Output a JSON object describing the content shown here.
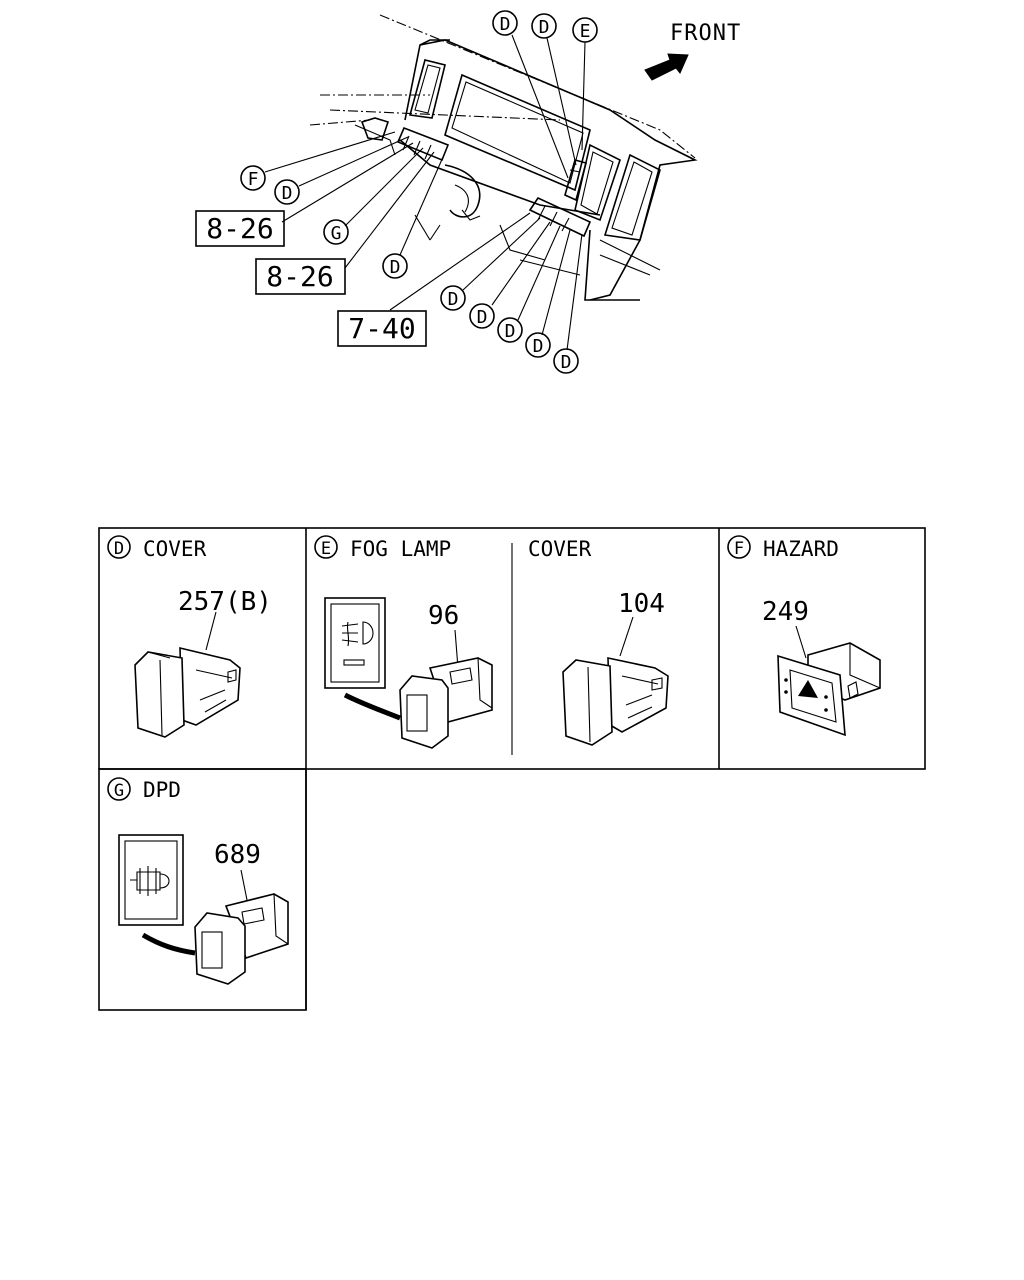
{
  "overview": {
    "direction_label": "FRONT",
    "callout_boxes": [
      "8-26",
      "8-26",
      "7-40"
    ],
    "letters": {
      "top": [
        "D",
        "D",
        "E"
      ],
      "left": [
        "F",
        "D",
        "G",
        "D"
      ],
      "bottom": [
        "D",
        "D",
        "D",
        "D",
        "D"
      ]
    }
  },
  "panels": {
    "d": {
      "letter": "D",
      "title": "COVER",
      "part": "257(B)"
    },
    "e": {
      "letter": "E",
      "title": "FOG LAMP",
      "part": "96",
      "title2": "COVER",
      "part2": "104"
    },
    "f": {
      "letter": "F",
      "title": "HAZARD",
      "part": "249"
    },
    "g": {
      "letter": "G",
      "title": "DPD",
      "part": "689"
    }
  }
}
